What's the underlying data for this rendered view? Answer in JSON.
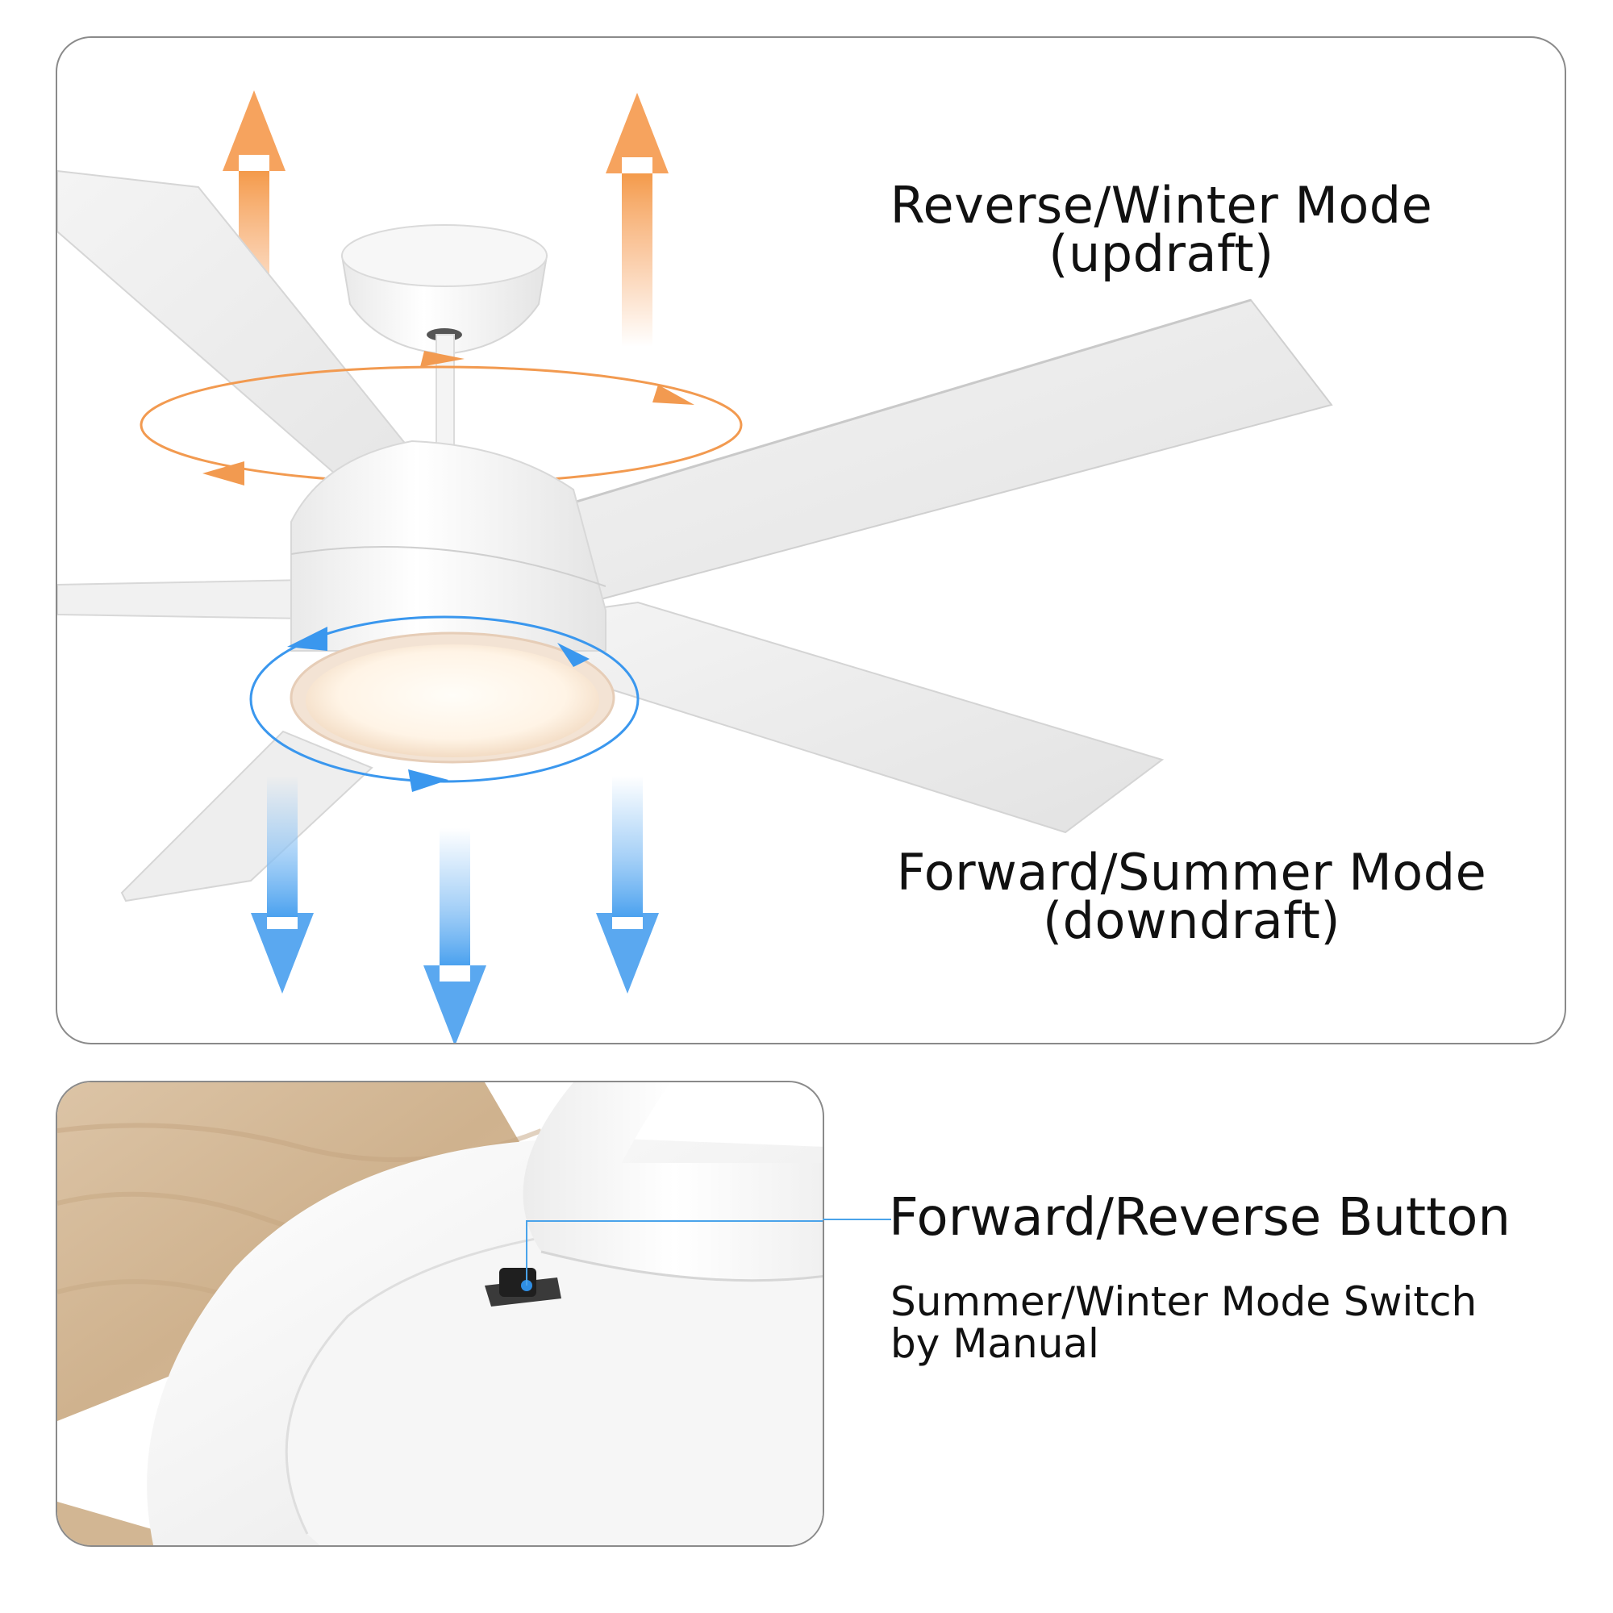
{
  "winter_mode": {
    "title": "Reverse/Winter Mode",
    "subtitle": "(updraft)"
  },
  "summer_mode": {
    "title": "Forward/Summer Mode",
    "subtitle": "(downdraft)"
  },
  "reverse_button": {
    "title": "Forward/Reverse Button",
    "description_line1": "Summer/Winter Mode Switch",
    "description_line2": "by Manual"
  },
  "colors": {
    "updraft_accent": "#f4923a",
    "downdraft_accent": "#3a97ee",
    "callout_line": "#4aa3ea",
    "wood_blade": "#d4b896",
    "panel_border": "#8a8a8a"
  },
  "icons": {
    "updraft_arrow": "arrow-up-icon",
    "downdraft_arrow": "arrow-down-icon",
    "rotation": "rotation-ring-icon"
  }
}
